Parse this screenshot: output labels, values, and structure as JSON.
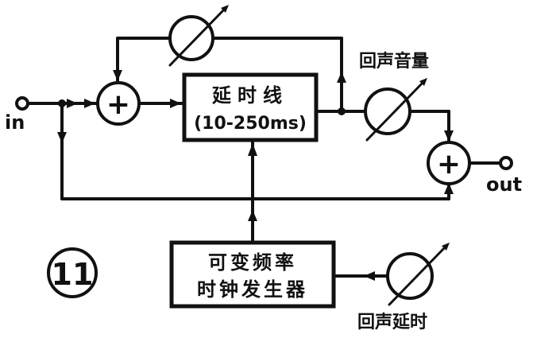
{
  "labels": {
    "input": "in",
    "output": "out",
    "delay_line_title": "延时线",
    "delay_line_range": "(10-250ms)",
    "clock_line1": "可变频率",
    "clock_line2": "时钟发生器",
    "echo_volume": "回声音量",
    "echo_delay": "回声延时",
    "figure_number": "11",
    "sum_symbol": "+"
  }
}
